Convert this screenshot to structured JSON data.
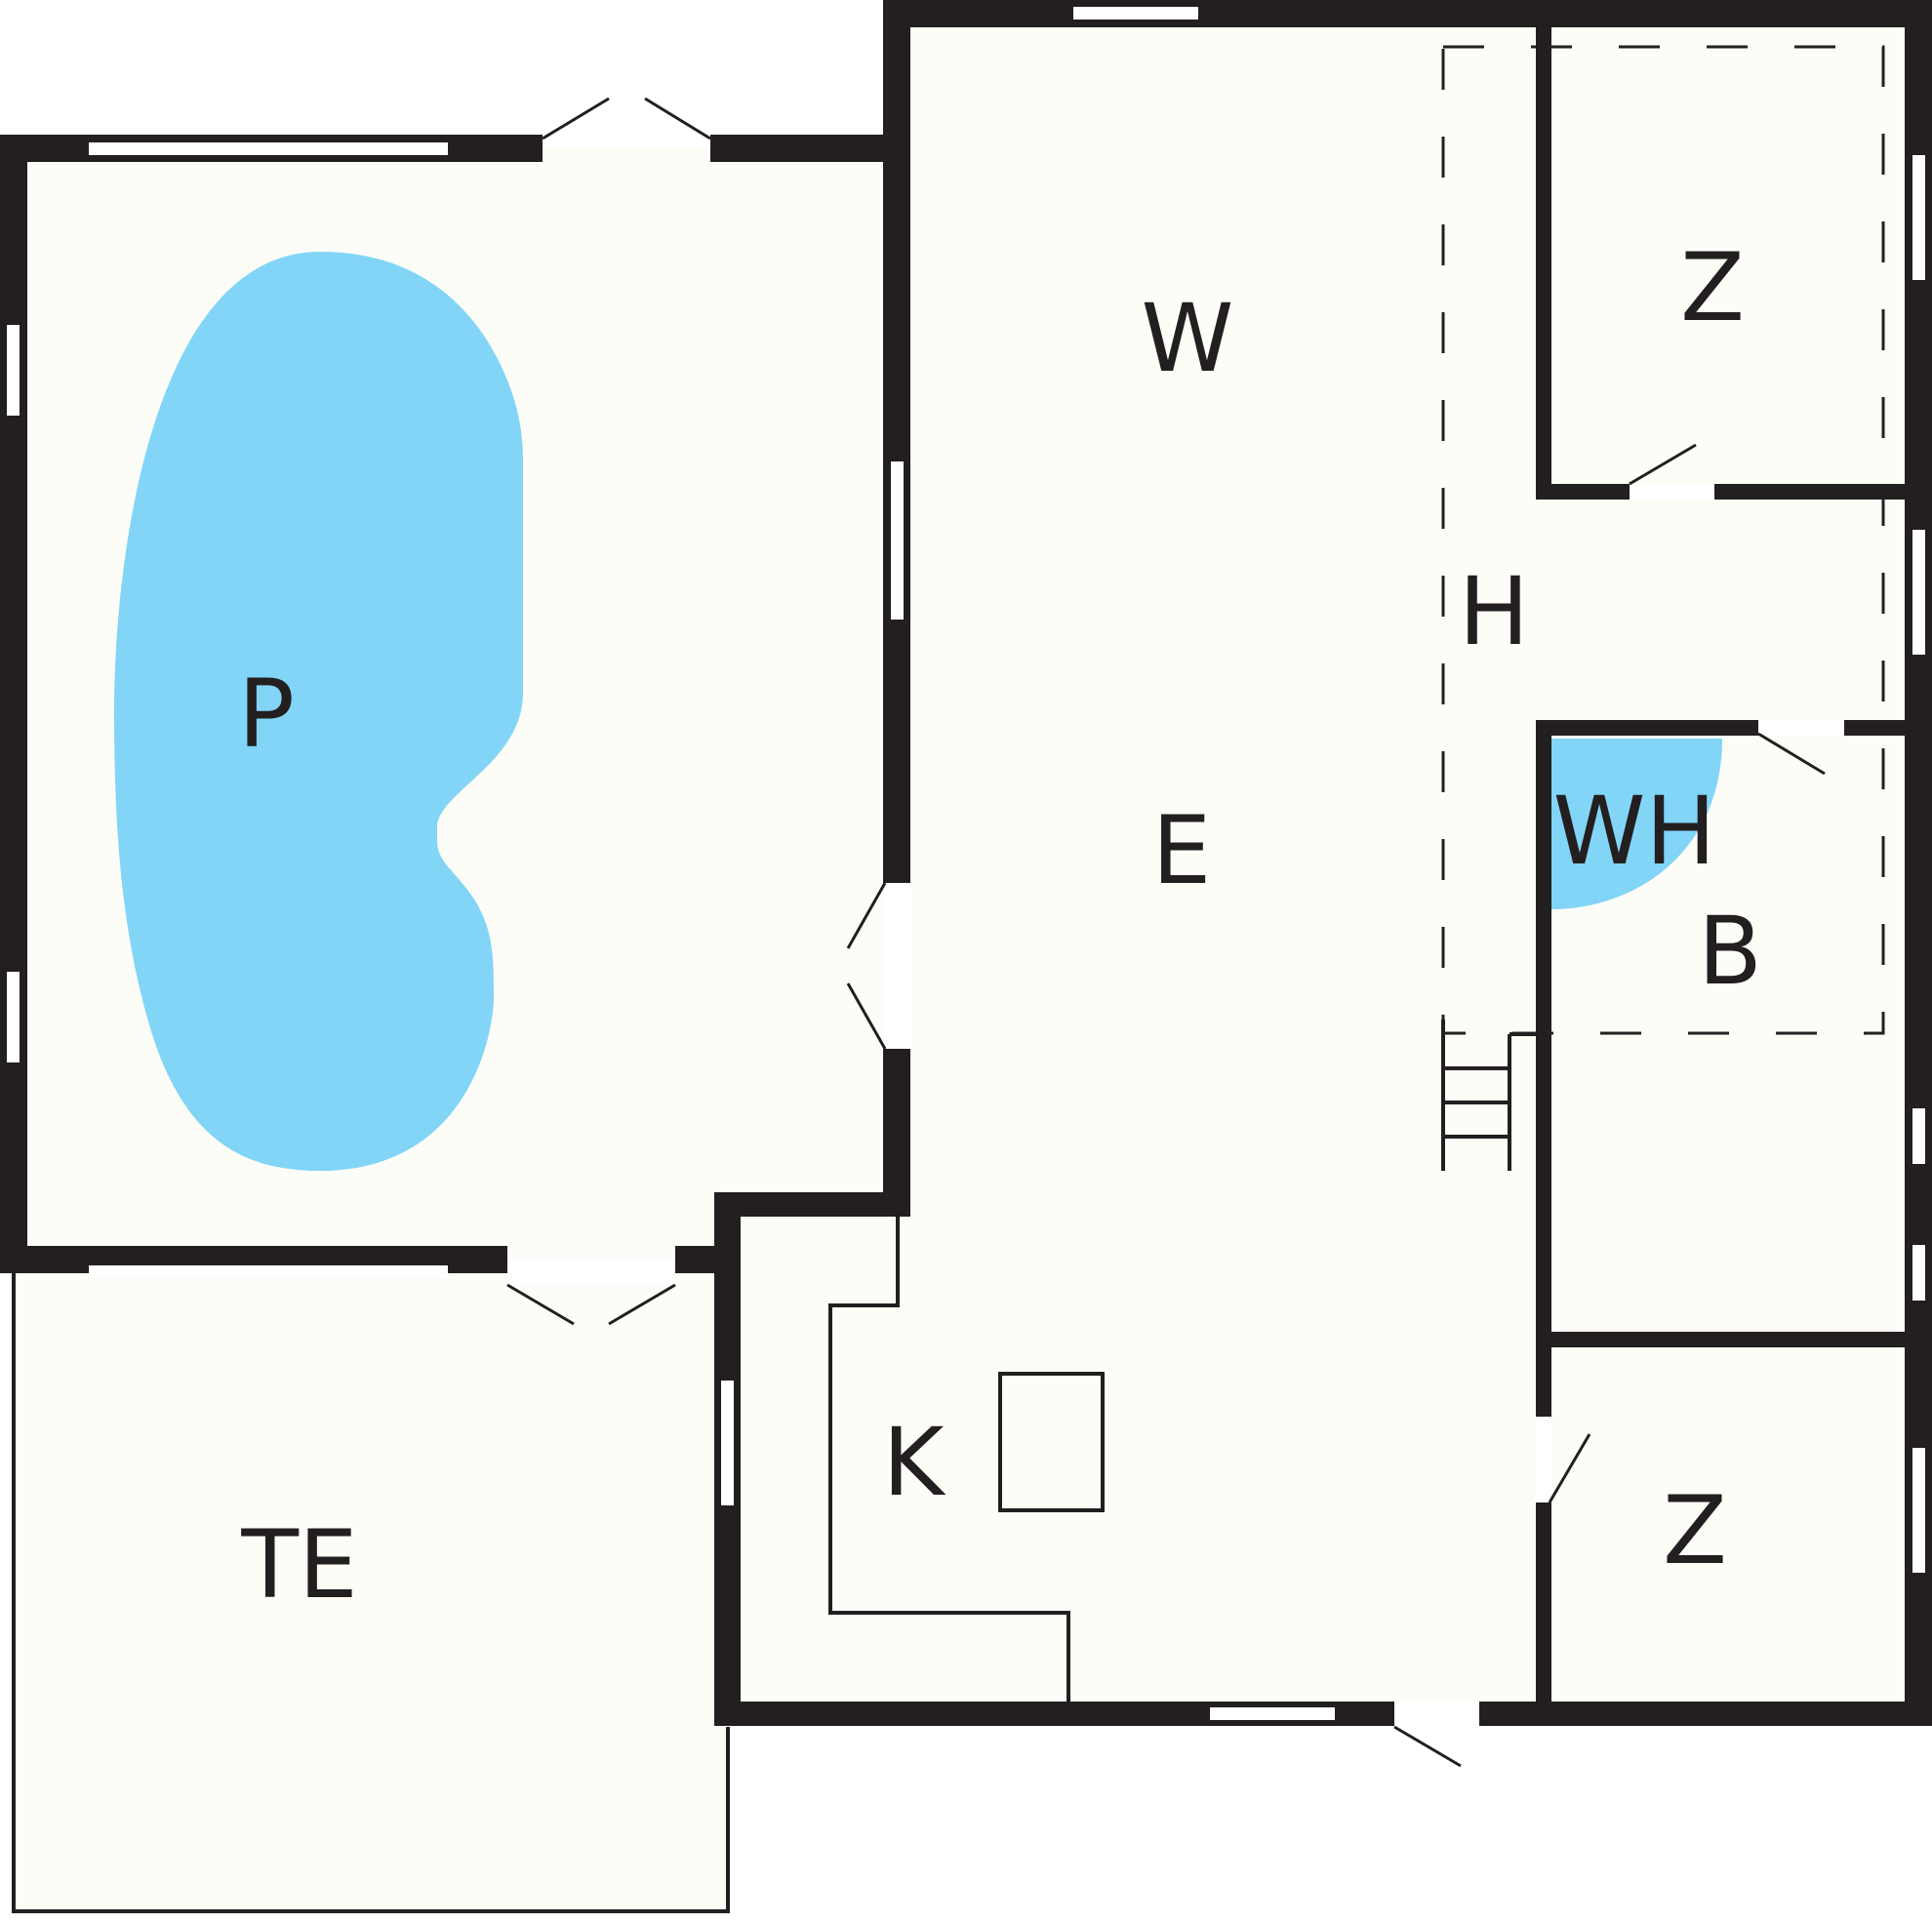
{
  "plan": {
    "colors": {
      "wall": "#231f20",
      "floor": "#fdfdf8",
      "water": "#82d5f7",
      "outline": "#231f20"
    },
    "labels": {
      "pool": "P",
      "living_w": "W",
      "living_e": "E",
      "hall": "H",
      "room_z_top": "Z",
      "whirlpool": "WH",
      "bath": "B",
      "kitchen": "K",
      "terrace": "TE",
      "room_z_bottom": "Z"
    }
  }
}
